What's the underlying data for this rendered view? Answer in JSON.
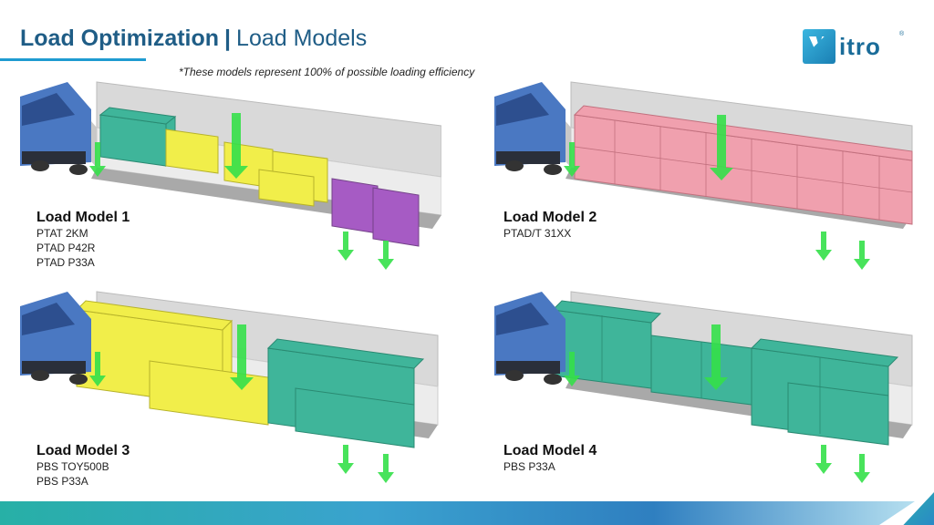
{
  "header": {
    "title_bold": "Load Optimization",
    "title_separator": "|",
    "title_light": "Load Models",
    "note": "*These models represent 100% of possible loading efficiency"
  },
  "logo": {
    "text": "itro",
    "registered": "®",
    "icon": "vitro-logo-icon"
  },
  "colors": {
    "teal_box": "#3fb59a",
    "yellow_box": "#f1ee4a",
    "purple_box": "#a65bc4",
    "pink_box": "#f0a0ae",
    "arrow": "#35e04a",
    "cab": "#4a78c2"
  },
  "models": [
    {
      "name": "Load Model 1",
      "items": [
        "PTAT 2KM",
        "PTAD P42R",
        "PTAD P33A"
      ]
    },
    {
      "name": "Load Model 2",
      "items": [
        "PTAD/T 31XX"
      ]
    },
    {
      "name": "Load Model 3",
      "items": [
        "PBS TOY500B",
        "PBS P33A"
      ]
    },
    {
      "name": "Load Model 4",
      "items": [
        "PBS P33A"
      ]
    }
  ]
}
